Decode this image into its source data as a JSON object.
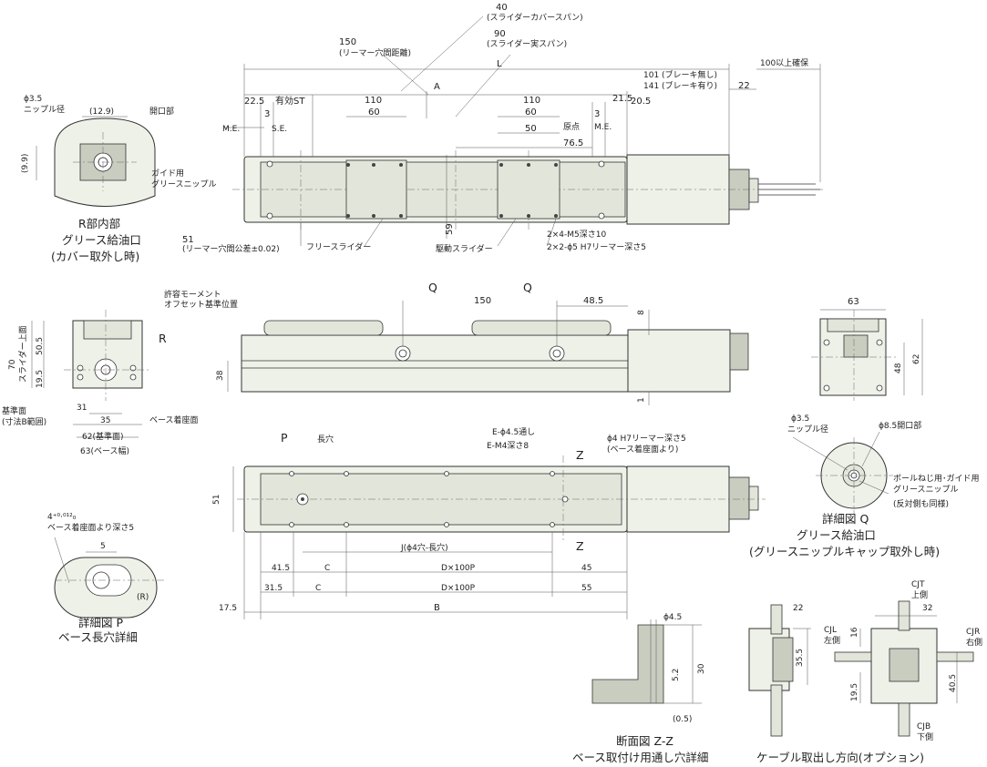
{
  "labels": {
    "slider_cover_span_val": "40",
    "slider_cover_span_txt": "(スライダーカバースパン)",
    "slider_real_span_val": "90",
    "slider_real_span_txt": "(スライダー実スパン)",
    "reamer_dist_val": "150",
    "reamer_dist_txt": "(リーマー穴間距離)",
    "dim_L": "L",
    "dim_A": "A",
    "brake_none": "101 (ブレーキ無し)",
    "brake_yes": "141 (ブレーキ有り)",
    "secure_100": "100以上確保",
    "d22a": "22",
    "d22_5": "22.5",
    "stroke": "有効ST",
    "d110a": "110",
    "d110b": "110",
    "d21_5": "21.5",
    "d20_5": "20.5",
    "d60a": "60",
    "d60b": "60",
    "d50": "50",
    "d76_5": "76.5",
    "origin": "原点",
    "me1": "M.E.",
    "me2": "M.E.",
    "se": "S.E.",
    "d3a": "3",
    "d3b": "3",
    "d59": "59",
    "d51_reamer_val": "51",
    "d51_reamer_txt": "(リーマー穴間公差±0.02)",
    "free_slider": "フリースライダー",
    "drive_slider": "駆動スライダー",
    "m5": "2×4-M5深さ10",
    "reamer5": "2×2-ϕ5 H7リーマー深さ5",
    "phi35": "ϕ3.5",
    "nipple_dia": "ニップル径",
    "d12_9": "(12.9)",
    "opening": "開口部",
    "d9_9": "(9.9)",
    "guide_nipple_1": "ガイド用",
    "guide_nipple_2": "グリースニップル",
    "r_title1": "R部内部",
    "r_title2": "グリース給油口",
    "r_title3": "(カバー取外し時)",
    "moment1": "許容モーメント",
    "moment2": "オフセット基準位置",
    "label_R": "R",
    "d70": "70",
    "slider_top": "スライダー上面",
    "d50_5": "50.5",
    "d19_5": "19.5",
    "ref_face1": "基準面",
    "ref_face2": "(寸法B範囲)",
    "d31": "31",
    "d35": "35",
    "d62_ref": "62(基準面)",
    "d63_base": "63(ベース幅)",
    "base_seat": "ベース着座面",
    "label_Q1": "Q",
    "label_Q2": "Q",
    "d150": "150",
    "d48_5": "48.5",
    "d8": "8",
    "d38": "38",
    "d1": "1",
    "d63": "63",
    "d48": "48",
    "d62": "62",
    "label_P": "P",
    "long_hole": "長穴",
    "e45": "E-ϕ4.5通し",
    "em4": "E-M4深さ8",
    "phi4_reamer": "ϕ4 H7リーマー深さ5",
    "phi4_reamer2": "(ベース着座面より)",
    "label_Z1": "Z",
    "label_Z2": "Z",
    "d51": "51",
    "J": "J(ϕ4穴-長穴)",
    "d41_5": "41.5",
    "C1": "C",
    "Dx100a": "D×100P",
    "d45": "45",
    "d31_5": "31.5",
    "C2": "C",
    "Dx100b": "D×100P",
    "d55": "55",
    "d17_5": "17.5",
    "B": "B",
    "q_phi35": "ϕ3.5",
    "q_nipple": "ニップル径",
    "q_phi85": "ϕ8.5開口部",
    "q_ball1": "ボールねじ用･ガイド用",
    "q_ball2": "グリースニップル",
    "q_ball3": "(反対側も同様)",
    "q_title1": "詳細図 Q",
    "q_title2": "グリース給油口",
    "q_title3": "(グリースニップルキャップ取外し時)",
    "p_tol": "4⁺⁰·⁰¹²₀",
    "p_depth": "ベース着座面より深さ5",
    "p_5": "5",
    "p_R": "(R)",
    "p_title1": "詳細図 P",
    "p_title2": "ベース長穴詳細",
    "z_phi45": "ϕ4.5",
    "z_30": "30",
    "z_5_2": "5.2",
    "z_0_5": "(0.5)",
    "z_title1": "断面図 Z-Z",
    "z_title2": "ベース取付け用通し穴詳細",
    "c_22": "22",
    "c_35_5": "35.5",
    "c_cjt1": "CJT",
    "c_cjt2": "上側",
    "c_32": "32",
    "c_16": "16",
    "c_cjl1": "CJL",
    "c_cjl2": "左側",
    "c_cjr1": "CJR",
    "c_cjr2": "右側",
    "c_19_5": "19.5",
    "c_40_5": "40.5",
    "c_cjb1": "CJB",
    "c_cjb2": "下側",
    "c_title": "ケーブル取出し方向(オプション)"
  },
  "colors": {
    "body": "#eef1e8",
    "line": "#333333"
  }
}
